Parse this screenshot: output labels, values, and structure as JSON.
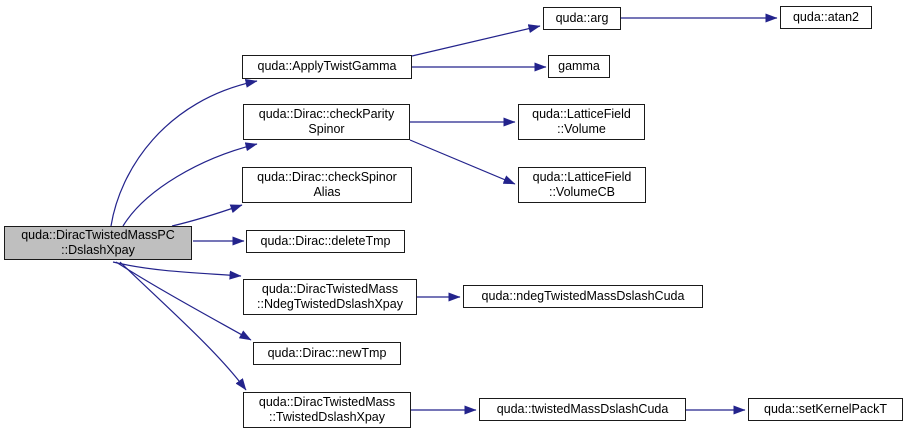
{
  "diagram": {
    "kind": "call-graph",
    "colors": {
      "edge": "#23238c",
      "border": "#1a1a1a",
      "fill": "#ffffff",
      "highlight": "#bfbfbf",
      "text": "#000000"
    },
    "nodes": {
      "dslashXpay": {
        "lines": [
          "quda::DiracTwistedMassPC",
          "::DslashXpay"
        ],
        "highlighted": true
      },
      "applyTwistGamma": {
        "lines": [
          "quda::ApplyTwistGamma"
        ]
      },
      "arg": {
        "lines": [
          "quda::arg"
        ]
      },
      "atan2": {
        "lines": [
          "quda::atan2"
        ]
      },
      "gamma": {
        "lines": [
          "gamma"
        ]
      },
      "checkParitySpinor": {
        "lines": [
          "quda::Dirac::checkParity",
          "Spinor"
        ]
      },
      "latticeFieldVolume": {
        "lines": [
          "quda::LatticeField",
          "::Volume"
        ]
      },
      "latticeFieldVolumeCB": {
        "lines": [
          "quda::LatticeField",
          "::VolumeCB"
        ]
      },
      "checkSpinorAlias": {
        "lines": [
          "quda::Dirac::checkSpinor",
          "Alias"
        ]
      },
      "deleteTmp": {
        "lines": [
          "quda::Dirac::deleteTmp"
        ]
      },
      "ndegTwistedDslashXpay": {
        "lines": [
          "quda::DiracTwistedMass",
          "::NdegTwistedDslashXpay"
        ]
      },
      "ndegTwistedMassDslashCuda": {
        "lines": [
          "quda::ndegTwistedMassDslashCuda"
        ]
      },
      "newTmp": {
        "lines": [
          "quda::Dirac::newTmp"
        ]
      },
      "twistedDslashXpay": {
        "lines": [
          "quda::DiracTwistedMass",
          "::TwistedDslashXpay"
        ]
      },
      "twistedMassDslashCuda": {
        "lines": [
          "quda::twistedMassDslashCuda"
        ]
      },
      "setKernelPackT": {
        "lines": [
          "quda::setKernelPackT"
        ]
      }
    },
    "edges": [
      {
        "from": "dslashXpay",
        "to": "applyTwistGamma"
      },
      {
        "from": "dslashXpay",
        "to": "checkParitySpinor"
      },
      {
        "from": "dslashXpay",
        "to": "checkSpinorAlias"
      },
      {
        "from": "dslashXpay",
        "to": "deleteTmp"
      },
      {
        "from": "dslashXpay",
        "to": "ndegTwistedDslashXpay"
      },
      {
        "from": "dslashXpay",
        "to": "newTmp"
      },
      {
        "from": "dslashXpay",
        "to": "twistedDslashXpay"
      },
      {
        "from": "applyTwistGamma",
        "to": "arg"
      },
      {
        "from": "applyTwistGamma",
        "to": "gamma"
      },
      {
        "from": "arg",
        "to": "atan2"
      },
      {
        "from": "checkParitySpinor",
        "to": "latticeFieldVolume"
      },
      {
        "from": "checkParitySpinor",
        "to": "latticeFieldVolumeCB"
      },
      {
        "from": "ndegTwistedDslashXpay",
        "to": "ndegTwistedMassDslashCuda"
      },
      {
        "from": "twistedDslashXpay",
        "to": "twistedMassDslashCuda"
      },
      {
        "from": "twistedMassDslashCuda",
        "to": "setKernelPackT"
      }
    ]
  }
}
